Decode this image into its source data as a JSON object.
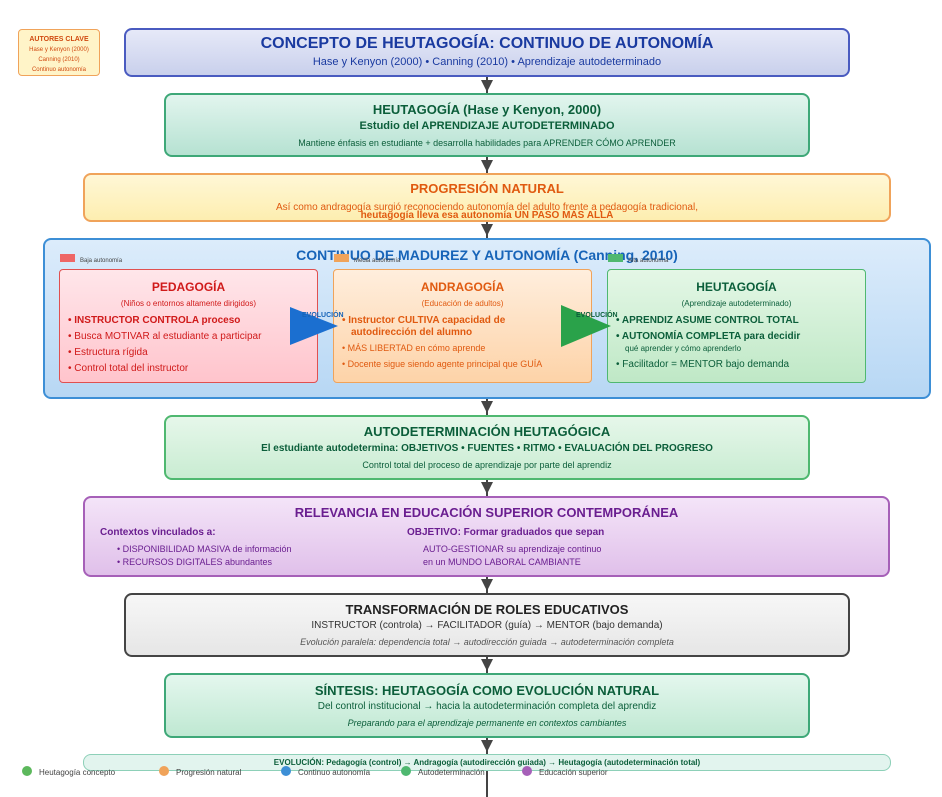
{
  "key_authors": {
    "title": "AUTORES CLAVE",
    "lines": [
      "Hase y Kenyon (2000)",
      "Canning (2010)",
      "Continuo autonomía"
    ]
  },
  "header": {
    "title": "CONCEPTO DE HEUTAGOGÍA: CONTINUO DE AUTONOMÍA",
    "subtitle": "Hase y Kenyon (2000) • Canning (2010) • Aprendizaje autodeterminado"
  },
  "heutagogy_box": {
    "title": "HEUTAGOGÍA (Hase y Kenyon, 2000)",
    "subtitle": "Estudio del APRENDIZAJE AUTODETERMINADO",
    "desc": "Mantiene énfasis en estudiante + desarrolla habilidades para APRENDER CÓMO APRENDER"
  },
  "progression": {
    "title": "PROGRESIÓN NATURAL",
    "line1": "Así como andragogía surgió reconociendo autonomía del adulto frente a pedagogía tradicional,",
    "line2": "heutagogía lleva esa autonomía UN PASO MÁS ALLÁ"
  },
  "continuum": {
    "title": "CONTINUO DE MADUREZ Y AUTONOMÍA (Canning, 2010)",
    "levels": [
      "Baja autonomía",
      "Media autonomía",
      "Alta autonomía"
    ],
    "evolution_label": "EVOLUCIÓN",
    "pedagogy": {
      "title": "PEDAGOGÍA",
      "subtitle": "(Niños o entornos altamente dirigidos)",
      "items": [
        "• INSTRUCTOR CONTROLA proceso",
        "• Busca MOTIVAR al estudiante a participar",
        "• Estructura rígida",
        "• Control total del instructor"
      ]
    },
    "andragogy": {
      "title": "ANDRAGOGÍA",
      "subtitle": "(Educación de adultos)",
      "items": [
        "• Instructor CULTIVA capacidad de",
        "autodirección del alumno",
        "• MÁS LIBERTAD en cómo aprende",
        "• Docente sigue siendo agente principal que GUÍA"
      ]
    },
    "heutagogy": {
      "title": "HEUTAGOGÍA",
      "subtitle": "(Aprendizaje autodeterminado)",
      "items": [
        "• APRENDIZ ASUME CONTROL TOTAL",
        "• AUTONOMÍA COMPLETA para decidir",
        "qué aprender y cómo aprenderlo",
        "• Facilitador = MENTOR bajo demanda"
      ]
    }
  },
  "self_determination": {
    "title": "AUTODETERMINACIÓN HEUTAGÓGICA",
    "subtitle": "El estudiante autodetermina: OBJETIVOS • FUENTES • RITMO • EVALUACIÓN DEL PROGRESO",
    "desc": "Control total del proceso de aprendizaje por parte del aprendiz"
  },
  "relevance": {
    "title": "RELEVANCIA EN EDUCACIÓN SUPERIOR CONTEMPORÁNEA",
    "left_title": "Contextos vinculados a:",
    "left_items": [
      "• DISPONIBILIDAD MASIVA de información",
      "• RECURSOS DIGITALES abundantes"
    ],
    "right_title": "OBJETIVO: Formar graduados que sepan",
    "right_items": [
      "AUTO-GESTIONAR su aprendizaje continuo",
      "en un MUNDO LABORAL CAMBIANTE"
    ]
  },
  "roles": {
    "title": "TRANSFORMACIÓN DE ROLES EDUCATIVOS",
    "subtitle": "INSTRUCTOR (controla) → FACILITADOR (guía) → MENTOR (bajo demanda)",
    "desc": "Evolución paralela: dependencia total → autodirección guiada → autodeterminación completa"
  },
  "synthesis": {
    "title": "SÍNTESIS: HEUTAGOGÍA COMO EVOLUCIÓN NATURAL",
    "subtitle": "Del control institucional → hacia la autodeterminación completa del aprendiz",
    "desc": "Preparando para el aprendizaje permanente en contextos cambiantes"
  },
  "evolution_bar": "EVOLUCIÓN: Pedagogía (control) → Andragogía (autodirección guiada) → Heutagogía (autodeterminación total)",
  "legend": [
    {
      "label": "Heutagogía concepto",
      "color": "#5cb85c"
    },
    {
      "label": "Progresión natural",
      "color": "#f0a35a"
    },
    {
      "label": "Continuo autonomía",
      "color": "#3d8fd6"
    },
    {
      "label": "Autodeterminación",
      "color": "#4fb870"
    },
    {
      "label": "Educación superior",
      "color": "#a660b8"
    }
  ],
  "colors": {
    "header": "#1a3aa0",
    "heutagogy": "#0b5e3a",
    "progression": "#e05a10",
    "continuum": "#1764b8",
    "pedagogy": "#d01a1a",
    "andragogy": "#e05a10",
    "relevance": "#6a1e90"
  }
}
